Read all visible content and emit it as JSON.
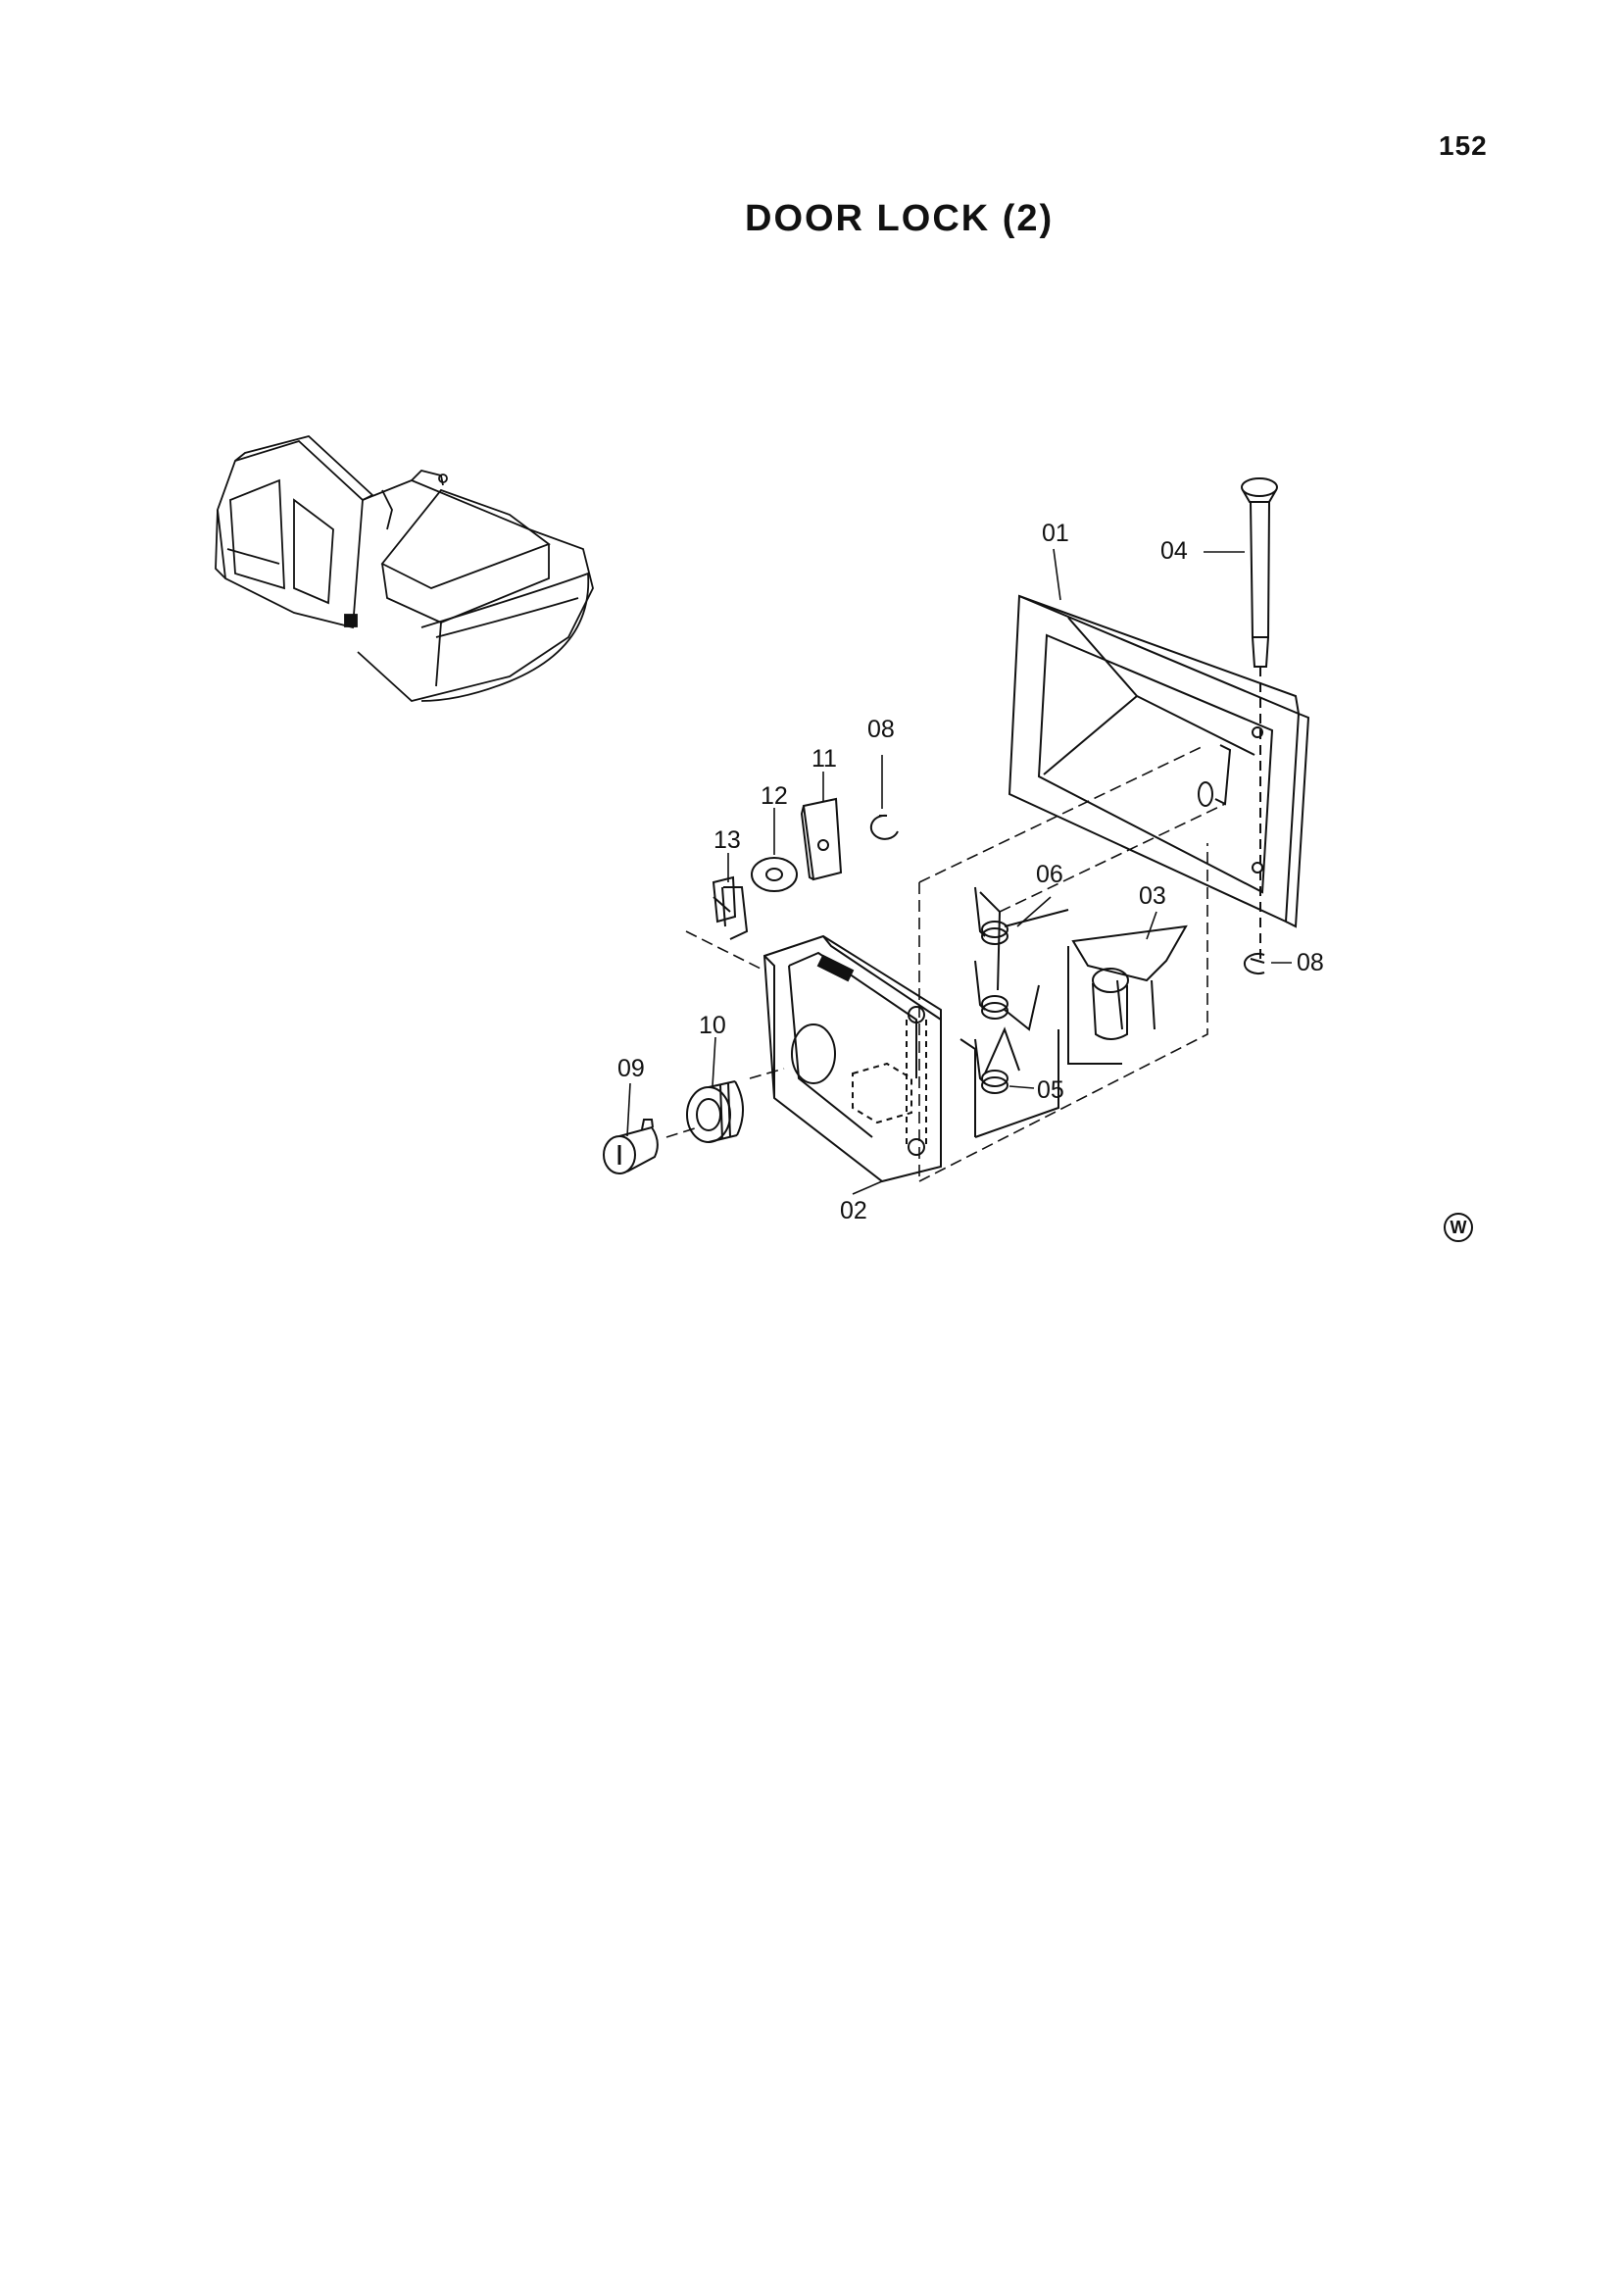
{
  "page": {
    "number": "152",
    "title": "DOOR LOCK (2)"
  },
  "callouts": [
    {
      "id": "c01",
      "label": "01"
    },
    {
      "id": "c02",
      "label": "02"
    },
    {
      "id": "c03",
      "label": "03"
    },
    {
      "id": "c04",
      "label": "04"
    },
    {
      "id": "c05",
      "label": "05"
    },
    {
      "id": "c06",
      "label": "06"
    },
    {
      "id": "c08a",
      "label": "08"
    },
    {
      "id": "c08b",
      "label": "08"
    },
    {
      "id": "c09",
      "label": "09"
    },
    {
      "id": "c10",
      "label": "10"
    },
    {
      "id": "c11",
      "label": "11"
    },
    {
      "id": "c12",
      "label": "12"
    },
    {
      "id": "c13",
      "label": "13"
    }
  ],
  "mark": "W"
}
